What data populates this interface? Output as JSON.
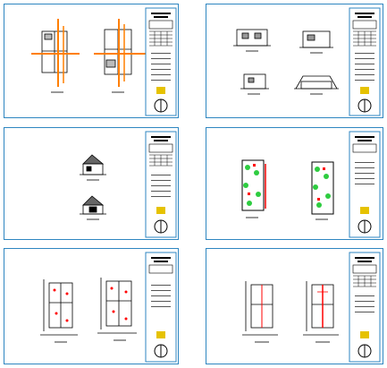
{
  "sheets": [
    {
      "id": "sheet-1",
      "content": "floor-plans-with-dimensions"
    },
    {
      "id": "sheet-2",
      "content": "elevations"
    },
    {
      "id": "sheet-3",
      "content": "sections"
    },
    {
      "id": "sheet-4",
      "content": "landscaped-site-plans"
    },
    {
      "id": "sheet-5",
      "content": "electrical-plans"
    },
    {
      "id": "sheet-6",
      "content": "plumbing-plans"
    }
  ],
  "colors": {
    "sheet_border": "#2e86c1",
    "dimension_lines": "#ff7f00",
    "accent_red": "#ff0000",
    "foliage": "#2ecc40",
    "title_block_accent": "#e6c200"
  }
}
